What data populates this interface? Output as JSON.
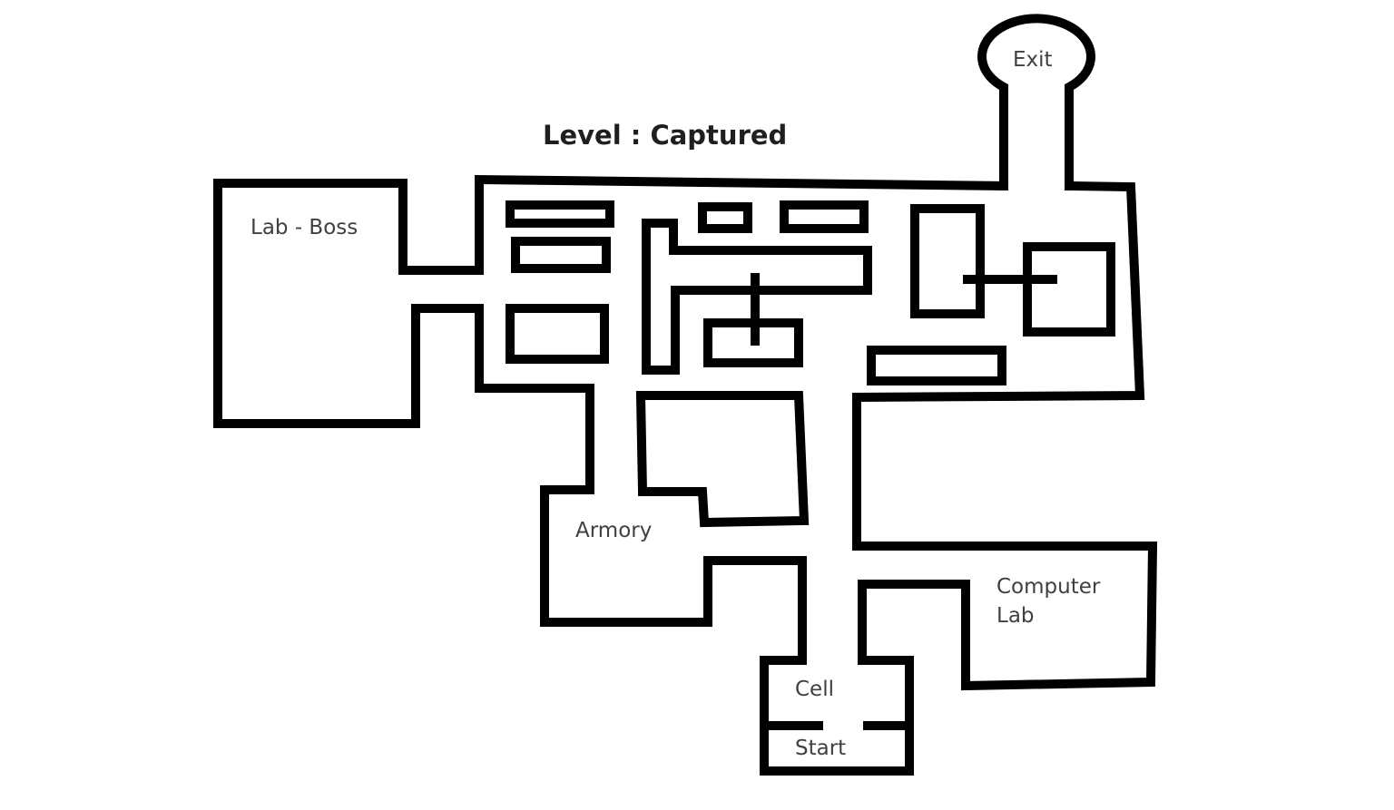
{
  "map": {
    "title": "Level : Captured",
    "rooms": {
      "lab_boss": "Lab - Boss",
      "armory": "Armory",
      "computer_lab_line1": "Computer",
      "computer_lab_line2": "Lab",
      "cell": "Cell",
      "start": "Start",
      "exit": "Exit"
    },
    "colors": {
      "wall": "#000000",
      "label": "#404040",
      "background": "#ffffff"
    }
  }
}
